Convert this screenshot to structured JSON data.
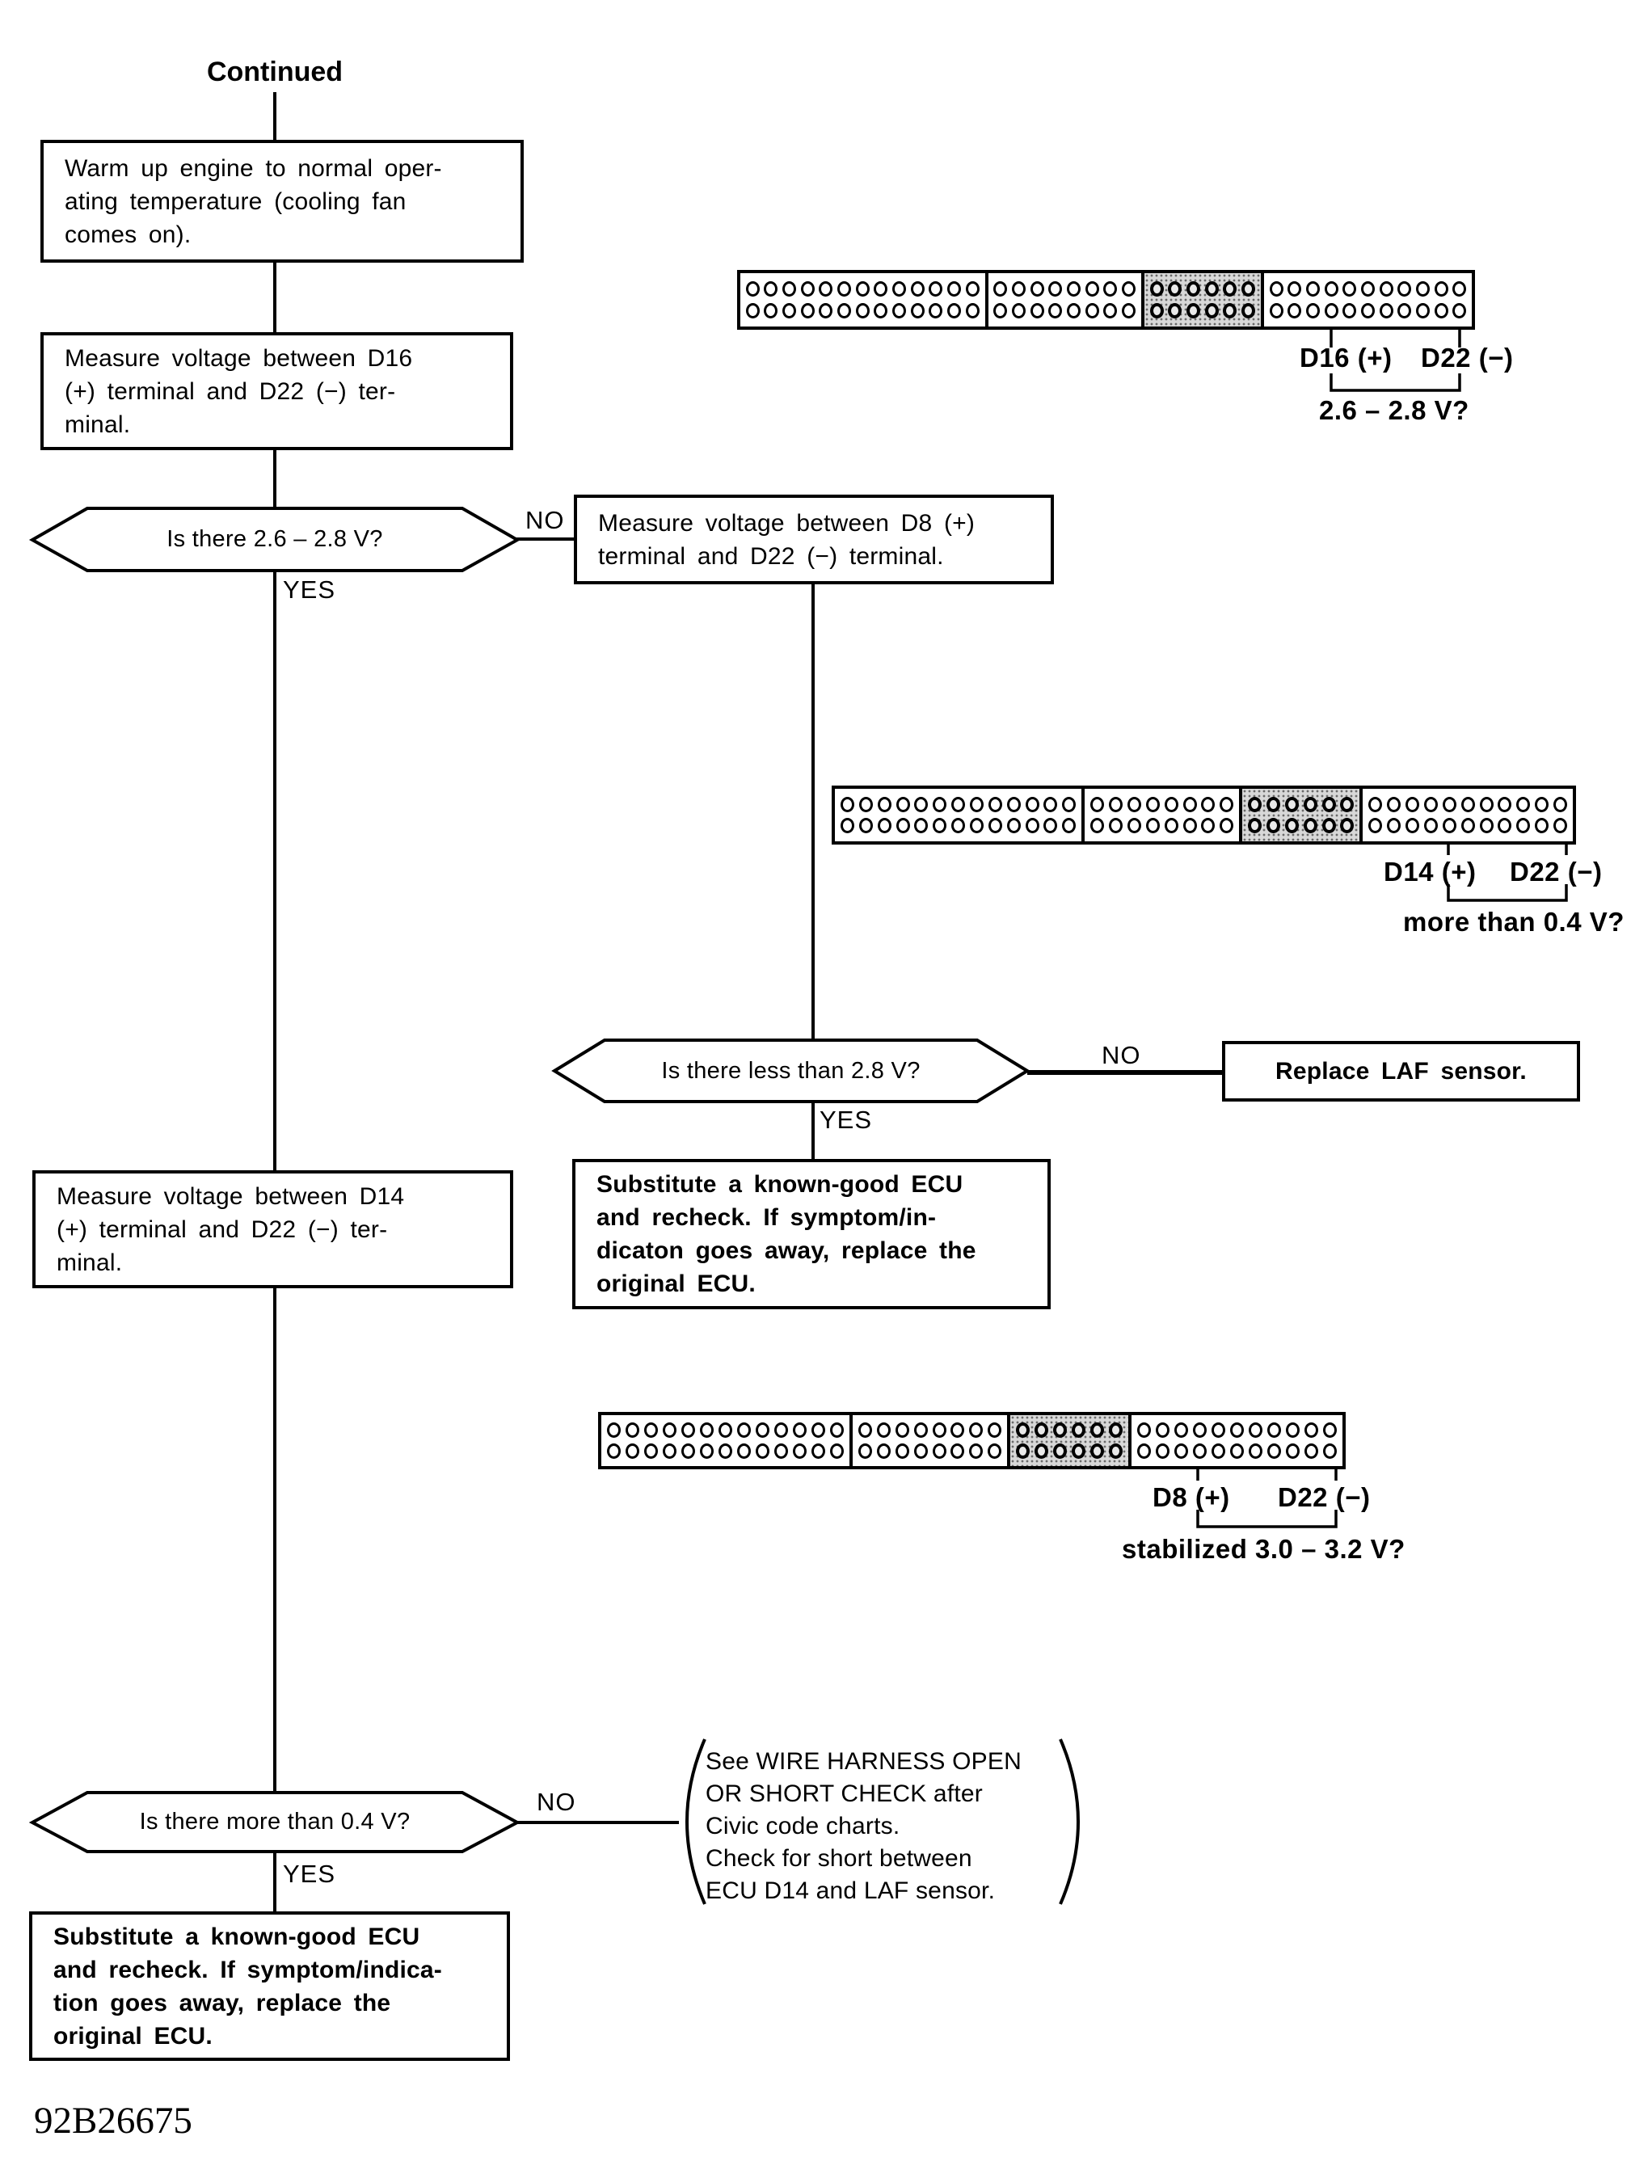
{
  "figure": {
    "code": "92B26675",
    "continued_label": "Continued"
  },
  "labels": {
    "yes": "YES",
    "no": "NO"
  },
  "steps": {
    "warm_up": "Warm up engine to normal oper-\nating temperature (cooling fan\ncomes on).",
    "measure_d16": "Measure voltage between D16\n(+) terminal and D22 (−) ter-\nminal.",
    "decision_d16": "Is there 2.6 – 2.8 V?",
    "measure_d8": "Measure voltage between D8 (+)\nterminal and D22 (−) terminal.",
    "decision_d8": "Is there less than 2.8 V?",
    "replace_laf": "Replace LAF sensor.",
    "substitute_ecu_right": "Substitute a known-good ECU\nand recheck. If symptom/in-\ndicaton goes away, replace the\noriginal ECU.",
    "measure_d14": "Measure voltage between D14\n(+) terminal and D22 (−) ter-\nminal.",
    "decision_d14": "Is there more than 0.4 V?",
    "wire_harness_note": "See WIRE HARNESS OPEN\nOR SHORT CHECK after\nCivic code charts.\nCheck for short between\nECU D14 and LAF sensor.",
    "substitute_ecu_bottom": "Substitute a known-good ECU\nand recheck. If symptom/indica-\ntion goes away, replace the\noriginal ECU."
  },
  "connectors": [
    {
      "pin_pos": "D16 (+)",
      "pin_neg": "D22 (−)",
      "question": "2.6 – 2.8 V?",
      "segments": [
        13,
        8,
        6,
        11
      ],
      "shaded_segment": 2,
      "rows": 2
    },
    {
      "pin_pos": "D14 (+)",
      "pin_neg": "D22 (−)",
      "question": "more than 0.4 V?",
      "segments": [
        13,
        8,
        6,
        11
      ],
      "shaded_segment": 2,
      "rows": 2
    },
    {
      "pin_pos": "D8 (+)",
      "pin_neg": "D22 (−)",
      "question": "stabilized 3.0 – 3.2 V?",
      "segments": [
        13,
        8,
        6,
        11
      ],
      "shaded_segment": 2,
      "rows": 2
    }
  ],
  "colors": {
    "ink": "#000000",
    "paper": "#ffffff",
    "shaded_fill": "#d8d8d8"
  }
}
